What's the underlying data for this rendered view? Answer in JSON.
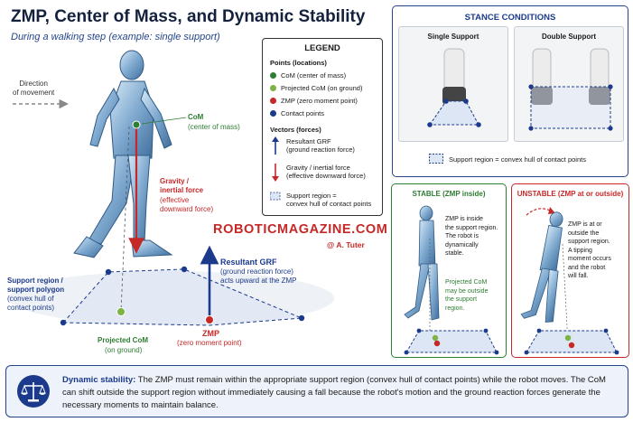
{
  "title": "ZMP, Center of Mass, and Dynamic Stability",
  "subtitle": "During a walking step (example: single support)",
  "main": {
    "direction": "Direction\nof movement",
    "com_title": "CoM",
    "com_sub": "(center of mass)",
    "gravity_title": "Gravity /\ninertial force",
    "gravity_sub": "(effective\ndownward force)",
    "support_title": "Support region /\nsupport polygon",
    "support_sub": "(convex hull of\ncontact points)",
    "projected_title": "Projected CoM",
    "projected_sub": "(on ground)",
    "grf_title": "Resultant GRF",
    "grf_sub": "(ground reaction force)\nacts upward at the ZMP",
    "zmp_title": "ZMP",
    "zmp_sub": "(zero moment point)"
  },
  "legend": {
    "title": "LEGEND",
    "points_header": "Points (locations)",
    "points": [
      {
        "label": "CoM (center of mass)",
        "color": "#2e7d32"
      },
      {
        "label": "Projected CoM (on ground)",
        "color": "#7cb342"
      },
      {
        "label": "ZMP (zero moment point)",
        "color": "#c62828"
      },
      {
        "label": "Contact points",
        "color": "#1b3a8c"
      }
    ],
    "vectors_header": "Vectors (forces)",
    "vectors": [
      {
        "label": "Resultant GRF\n(ground reaction force)",
        "color": "#1b3a8c"
      },
      {
        "label": "Gravity / inertial force\n(effective downward force)",
        "color": "#c62828"
      }
    ],
    "region_label": "Support region =\nconvex hull of contact points"
  },
  "stance": {
    "title": "STANCE CONDITIONS",
    "single": "Single Support",
    "double": "Double Support",
    "note": "Support region = convex hull of contact points"
  },
  "stable": {
    "title": "STABLE (ZMP inside)",
    "text": "ZMP is inside\nthe support region.\nThe robot is\ndynamically\nstable.",
    "note": "Projected CoM\nmay be outside\nthe support\nregion."
  },
  "unstable": {
    "title": "UNSTABLE (ZMP at or outside)",
    "text": "ZMP is at or\noutside the\nsupport region.\nA tipping\nmoment occurs\nand the robot\nwill fall."
  },
  "footer": {
    "heading": "Dynamic stability:",
    "text": "The ZMP must remain within the appropriate support region (convex hull of contact points) while the robot moves. The CoM can shift outside the support region without immediately causing a fall because the robot's motion and the ground reaction forces generate the necessary moments to maintain balance."
  },
  "watermark": "ROBOTICMAGAZINE.COM",
  "credit": "@ A. Tuter",
  "colors": {
    "com": "#2e7d32",
    "projected": "#7cb342",
    "zmp": "#c62828",
    "contact": "#1b3a8c",
    "accent": "#24458c"
  }
}
